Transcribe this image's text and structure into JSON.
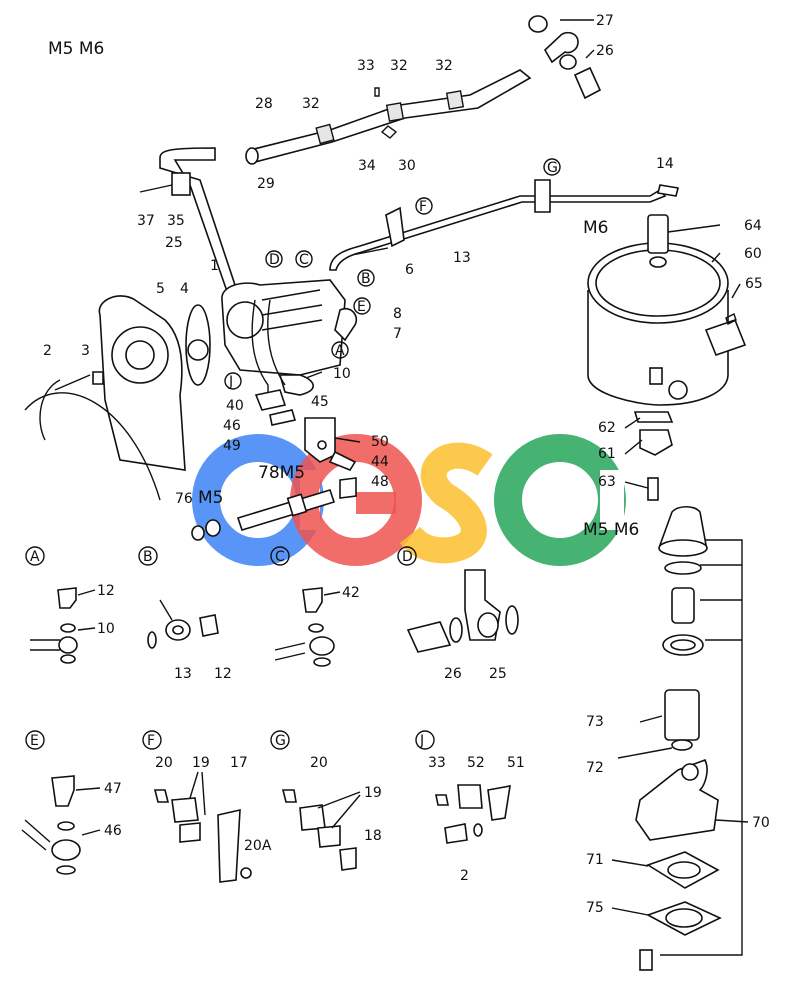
{
  "title": "M5 M6",
  "model_label_m6": "M6",
  "model_label_m5": "M5",
  "model_label_m5_78": "78M5",
  "group_label_m5m6": "M5 M6",
  "watermark": {
    "letters": [
      "C",
      "G",
      "S",
      "C"
    ],
    "colors": [
      "#3b82f6",
      "#ef5350",
      "#fbc02d",
      "#26a65b"
    ]
  },
  "callouts": {
    "c27": "27",
    "c26": "26",
    "c33a": "33",
    "c32a": "32",
    "c32b": "32",
    "c28": "28",
    "c32c": "32",
    "c29": "29",
    "c34": "34",
    "c30": "30",
    "c14": "14",
    "c37": "37",
    "c35": "35",
    "c25a": "25",
    "c13a": "13",
    "c64": "64",
    "c60": "60",
    "c1": "1",
    "c6": "6",
    "c65": "65",
    "c5": "5",
    "c4": "4",
    "c8": "8",
    "c7": "7",
    "c2a": "2",
    "c3": "3",
    "c10a": "10",
    "c40": "40",
    "c45": "45",
    "c46a": "46",
    "c49": "49",
    "c50": "50",
    "c44": "44",
    "c48": "48",
    "c62": "62",
    "c61": "61",
    "c63": "63",
    "c76": "76"
  },
  "circle_letters": {
    "D": "D",
    "C": "C",
    "B": "B",
    "E": "E",
    "A": "A",
    "J": "J",
    "F": "F",
    "G": "G"
  },
  "details": {
    "A": {
      "letter": "A",
      "labels": [
        "12",
        "10"
      ]
    },
    "B": {
      "letter": "B",
      "labels": [
        "13",
        "12"
      ]
    },
    "C": {
      "letter": "C",
      "labels": [
        "42"
      ]
    },
    "D": {
      "letter": "D",
      "labels": [
        "26",
        "25"
      ]
    },
    "E": {
      "letter": "E",
      "labels": [
        "47",
        "46"
      ]
    },
    "F": {
      "letter": "F",
      "labels": [
        "20",
        "19",
        "17",
        "20A"
      ]
    },
    "G": {
      "letter": "G",
      "labels": [
        "20",
        "19",
        "18"
      ]
    },
    "J": {
      "letter": "J",
      "labels": [
        "33",
        "52",
        "51",
        "2"
      ]
    }
  },
  "right_assembly": {
    "labels": [
      "73",
      "72",
      "70",
      "71",
      "75"
    ]
  }
}
